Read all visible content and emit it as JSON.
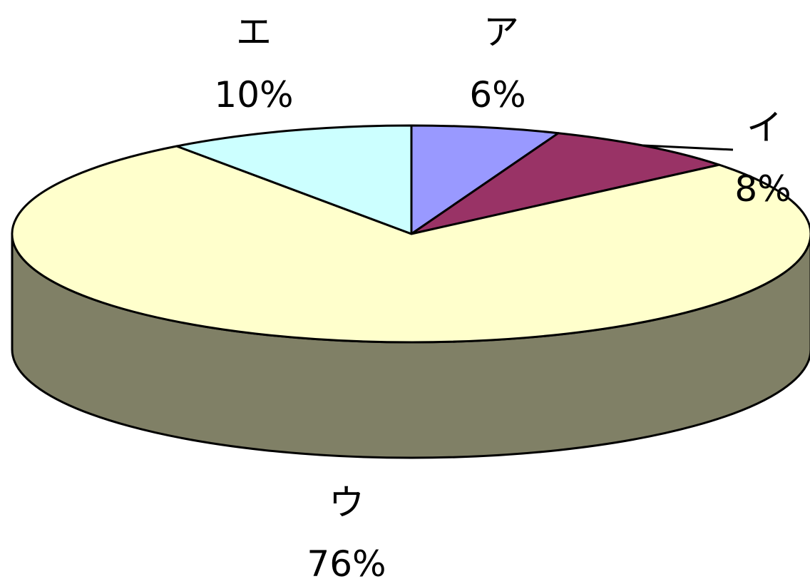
{
  "chart_data": {
    "type": "pie",
    "style": "3d",
    "categories": [
      "ア",
      "イ",
      "ウ",
      "エ"
    ],
    "values": [
      6,
      8,
      76,
      10
    ],
    "value_labels": [
      "6%",
      "8%",
      "76%",
      "10%"
    ],
    "colors": [
      "#9999ff",
      "#993366",
      "#ffffcc",
      "#ccffff"
    ],
    "side_color": "#808066",
    "legend": "none"
  }
}
